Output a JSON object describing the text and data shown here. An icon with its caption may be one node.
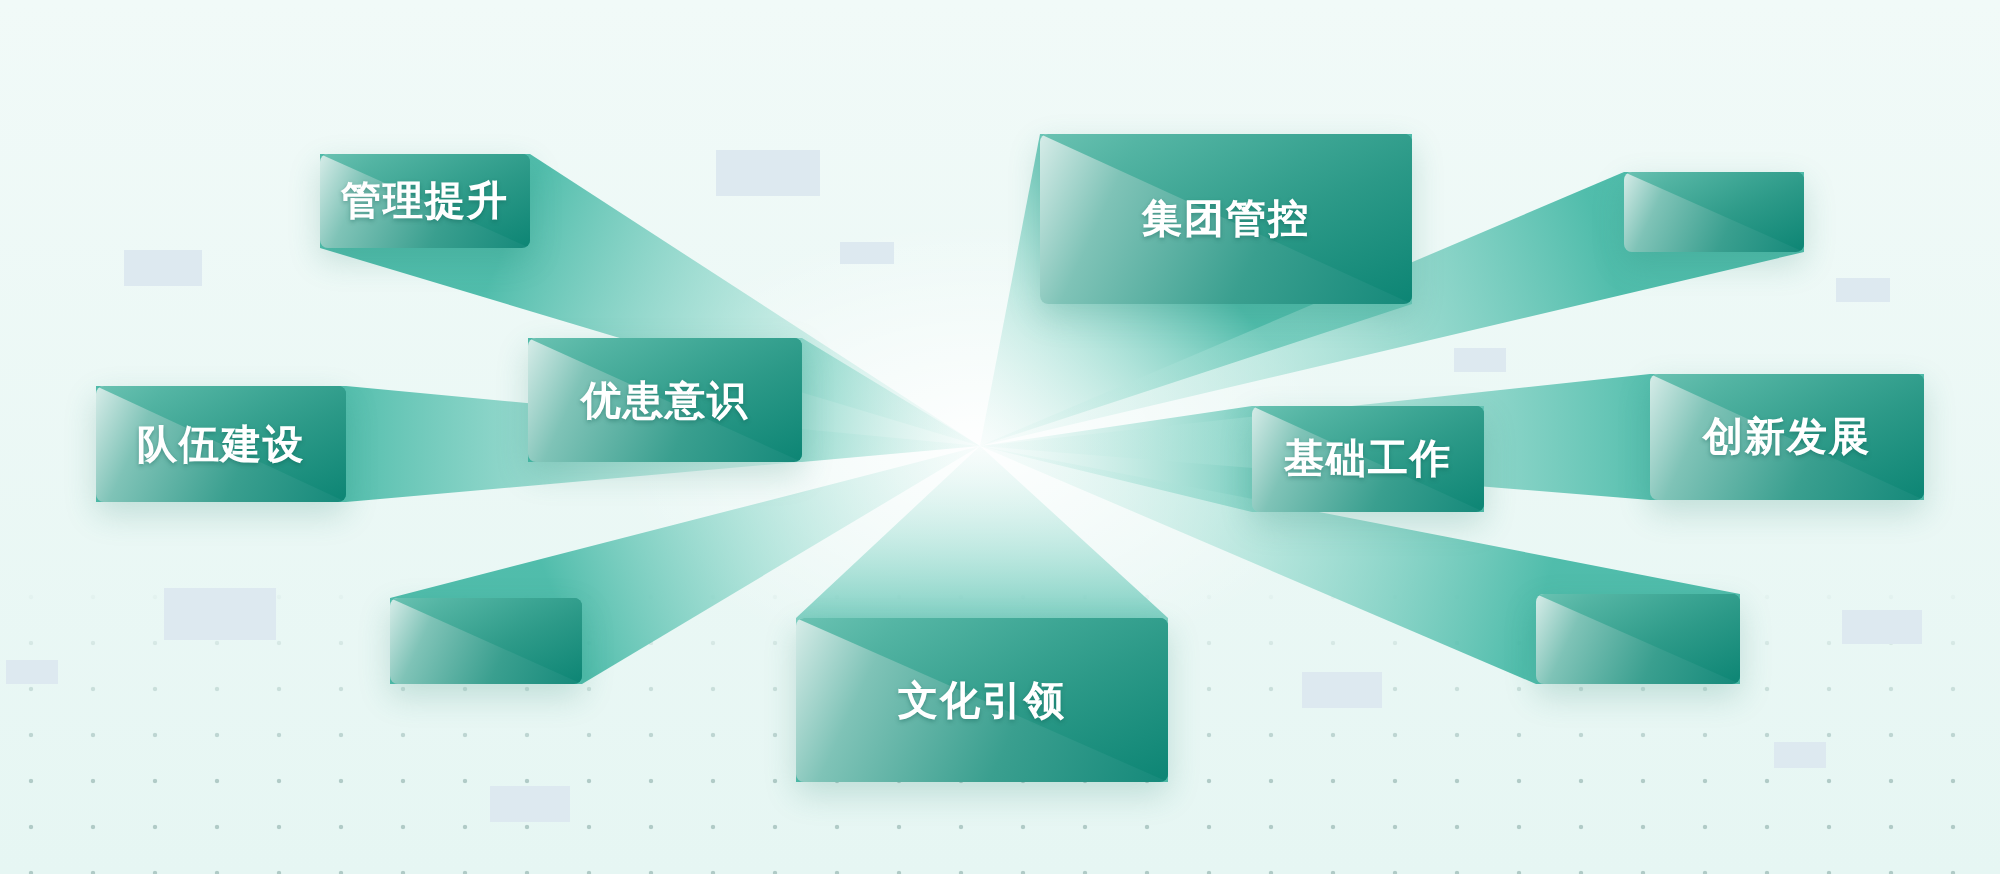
{
  "diagram": {
    "nodes": [
      {
        "text": [
          "管理提升"
        ]
      },
      {
        "text": [
          "集团管控"
        ]
      },
      {
        "text": [],
        "shape": "box"
      },
      {
        "text": [
          "队伍建设"
        ]
      },
      {
        "text": [
          "优患意识"
        ]
      },
      {
        "text": [
          "基础工作"
        ]
      },
      {
        "text": [
          "创新发展"
        ]
      },
      {
        "text": [],
        "shape": "box"
      },
      {
        "text": [
          "文化引领"
        ]
      },
      {
        "text": [],
        "shape": "box"
      }
    ]
  }
}
